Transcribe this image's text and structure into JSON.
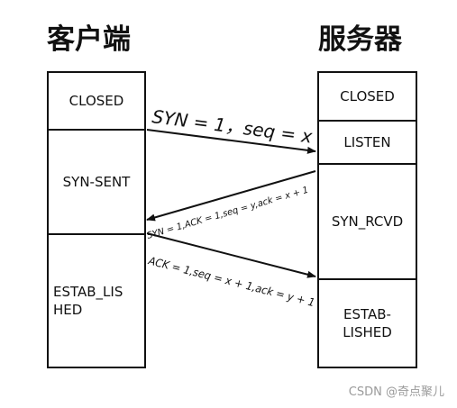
{
  "client": {
    "title": "客户端",
    "states": [
      "CLOSED",
      "SYN-SENT",
      "ESTAB_LIS\nHED"
    ]
  },
  "server": {
    "title": "服务器",
    "states": [
      "CLOSED",
      "LISTEN",
      "SYN_RCVD",
      "ESTAB-\nLISHED"
    ]
  },
  "messages": [
    {
      "label": "SYN = 1，seq = x",
      "direction": "client-to-server"
    },
    {
      "label": "SYN = 1,ACK = 1,seq = y,ack = x + 1",
      "direction": "server-to-client"
    },
    {
      "label": "ACK = 1,seq = x + 1,ack = y + 1",
      "direction": "client-to-server"
    }
  ],
  "watermark": "CSDN @奇点聚儿",
  "colors": {
    "line": "#111111",
    "watermark": "#9a9a9a"
  }
}
